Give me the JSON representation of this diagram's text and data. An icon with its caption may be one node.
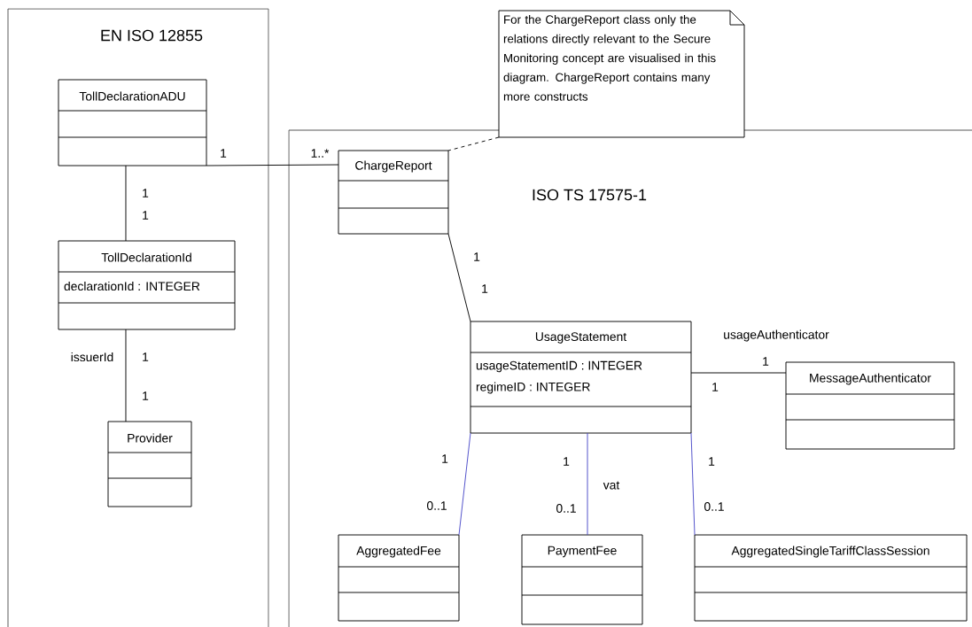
{
  "diagram": {
    "nodes": [
      {
        "text": [
          "EN ISO 12855"
        ]
      },
      {
        "text": [
          "TollDeclarationADU"
        ],
        "in": 0
      },
      {
        "text": [
          "TollDeclarationId",
          "declarationId : INTEGER"
        ],
        "in": 0
      },
      {
        "text": [
          "Provider"
        ],
        "in": 0
      },
      {
        "text": [
          "ISO TS 17575-1"
        ]
      },
      {
        "text": [
          "For the ChargeReport class only the relations directly relevant to the Secure Monitoring concept are visualised in this diagram. ChargeReport contains many more constructs"
        ]
      },
      {
        "text": [
          "ChargeReport"
        ],
        "in": 4
      },
      {
        "text": [
          "UsageStatement",
          "usageStatementID : INTEGER",
          "regimeID : INTEGER"
        ],
        "in": 4
      },
      {
        "text": [
          "MessageAuthenticator"
        ],
        "in": 4
      },
      {
        "text": [
          "AggregatedFee"
        ],
        "in": 4
      },
      {
        "text": [
          "PaymentFee"
        ],
        "in": 4
      },
      {
        "text": [
          "AggregatedSingleTariffClassSession"
        ],
        "in": 4
      }
    ],
    "edges": [
      {
        "from": 1,
        "to": 6,
        "arrow": "none"
      },
      {
        "from": 1,
        "to": 2,
        "arrow": "none"
      },
      {
        "from": 2,
        "to": 3,
        "arrow": "none",
        "label": "issuerId"
      },
      {
        "from": 5,
        "to": 6,
        "arrow": "none",
        "style": "dashed"
      },
      {
        "from": 6,
        "to": 7,
        "arrow": "none"
      },
      {
        "from": 7,
        "to": 8,
        "arrow": "none",
        "label": "usageAuthenticator"
      },
      {
        "from": 7,
        "to": 9,
        "arrow": "none",
        "color": "#4848c8"
      },
      {
        "from": 7,
        "to": 10,
        "arrow": "none",
        "label": "vat",
        "color": "#4848c8"
      },
      {
        "from": 7,
        "to": 11,
        "arrow": "none",
        "color": "#4848c8"
      }
    ],
    "labels": [
      "1",
      "1..*",
      "1",
      "1",
      "1",
      "1",
      "1",
      "1",
      "1",
      "1",
      "1",
      "1",
      "1",
      "0..1",
      "0..1",
      "0..1"
    ]
  }
}
